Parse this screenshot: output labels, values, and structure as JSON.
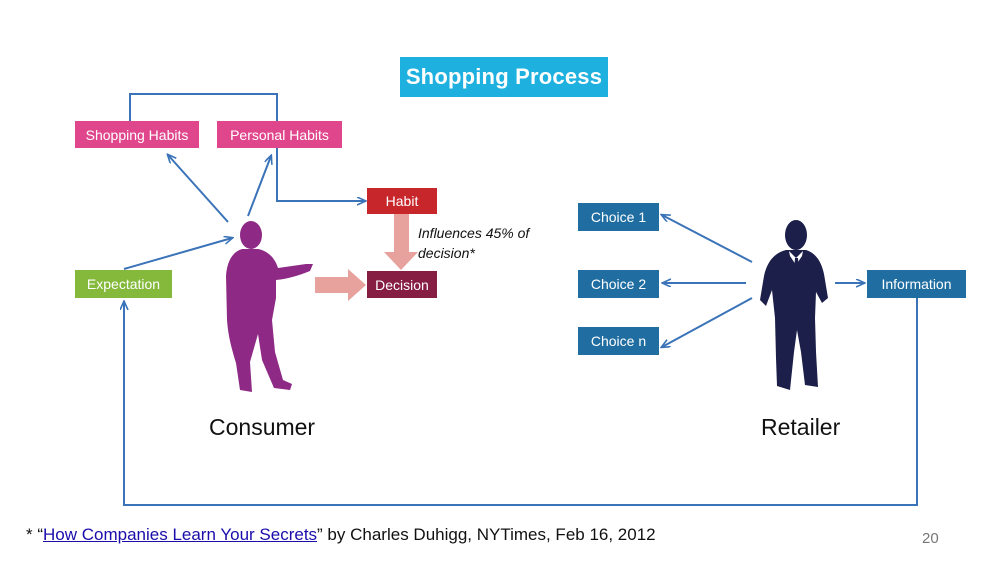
{
  "title": "Shopping Process",
  "nodes": {
    "shopping_habits": "Shopping Habits",
    "personal_habits": "Personal Habits",
    "expectation": "Expectation",
    "habit": "Habit",
    "decision": "Decision",
    "choice_1": "Choice 1",
    "choice_2": "Choice 2",
    "choice_n": "Choice n",
    "information": "Information"
  },
  "annotation": "Influences 45% of decision*",
  "actors": {
    "consumer": "Consumer",
    "retailer": "Retailer"
  },
  "footnote": {
    "prefix": "*  “",
    "link_text": "How Companies Learn Your Secrets",
    "suffix": "” by Charles Duhigg, NYTimes, Feb 16, 2012"
  },
  "page_number": "20",
  "colors": {
    "title_bg": "#1eb1df",
    "habits_pink": "#e0468c",
    "expectation_green": "#84b93c",
    "habit_red": "#c7262b",
    "decision_maroon": "#861d43",
    "retail_blue": "#1f6da1",
    "connector_blue": "#3a73b8",
    "consumer_purple": "#8e2a86",
    "retailer_navy": "#1c1f4a",
    "arrow_salmon": "#e8a29d"
  }
}
